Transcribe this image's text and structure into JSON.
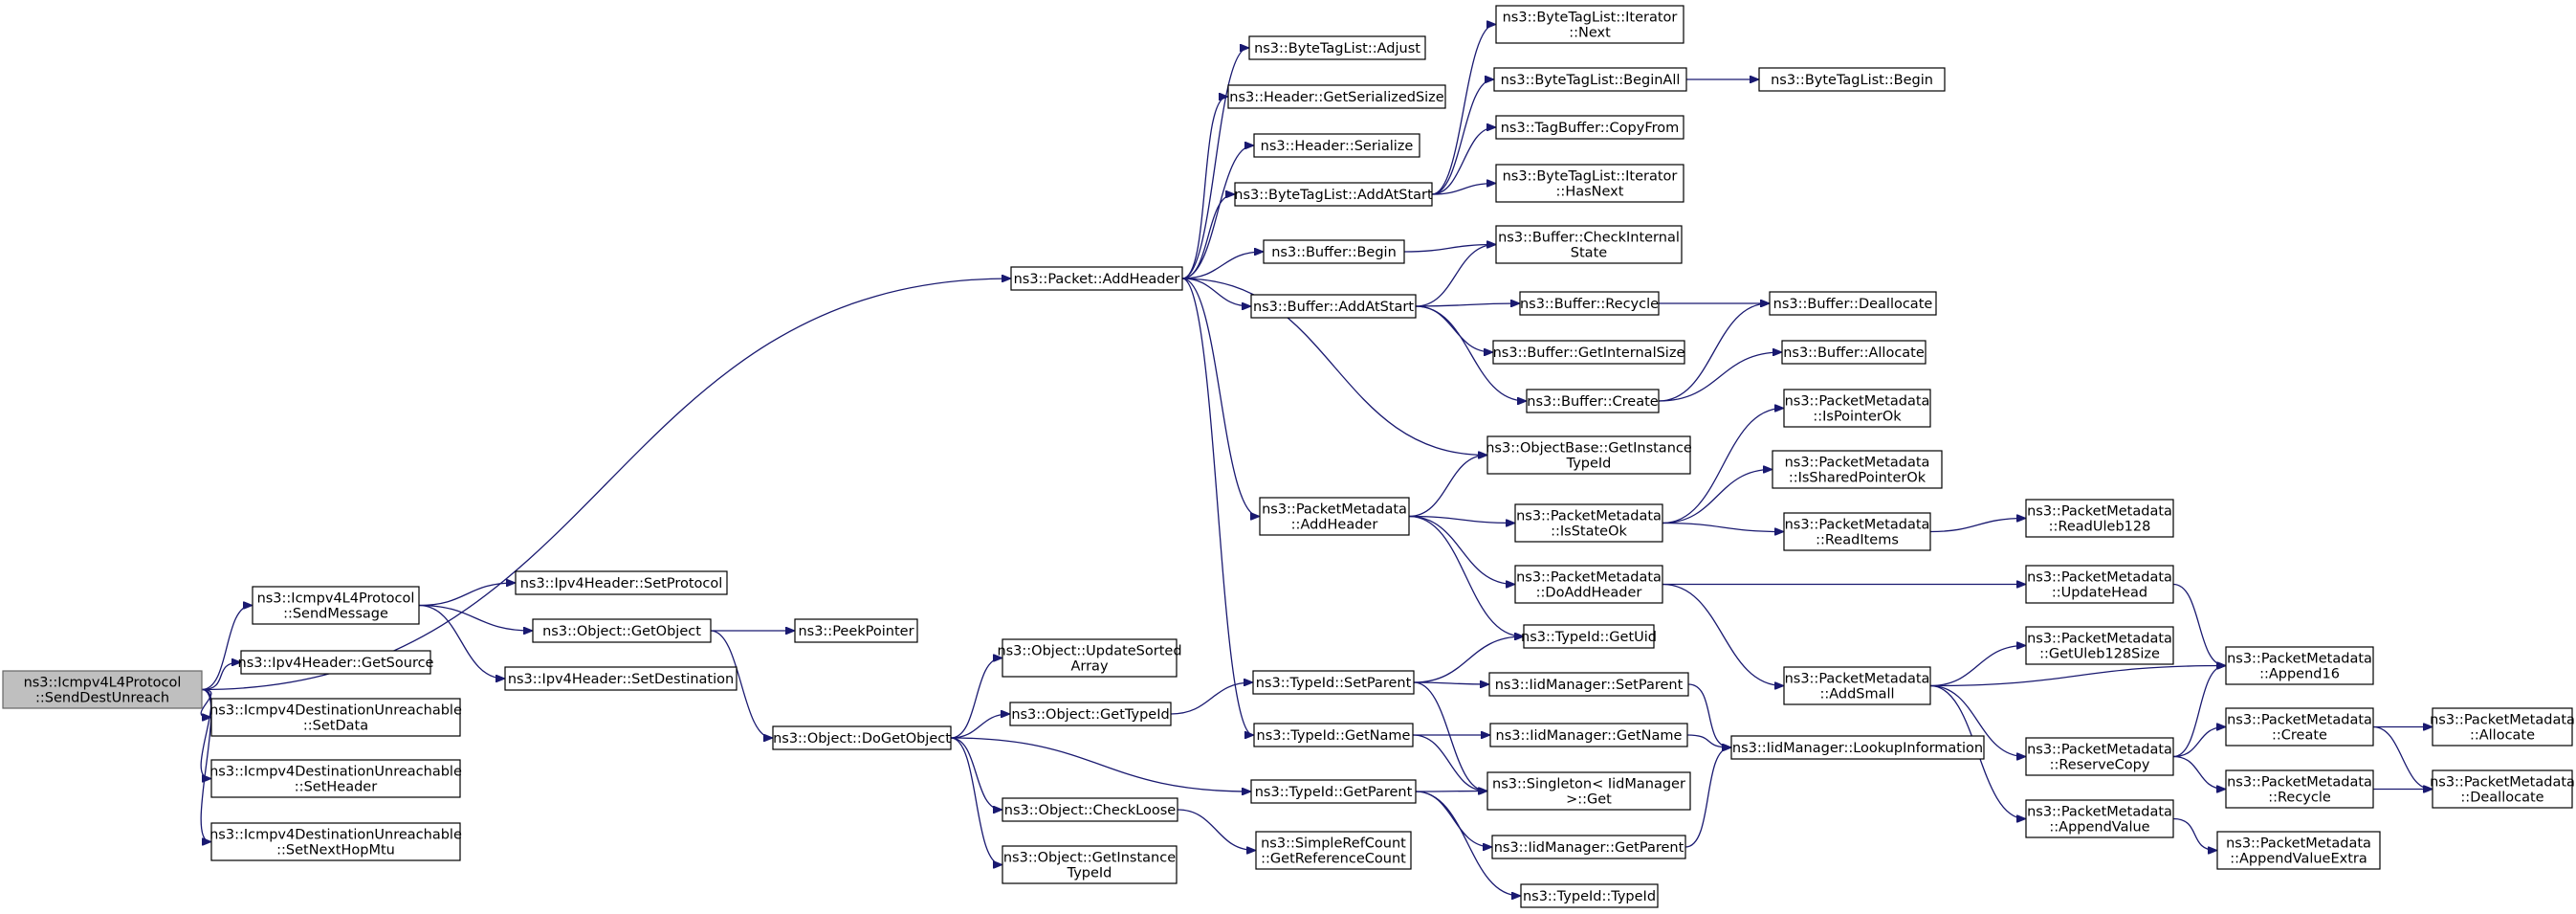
{
  "diagram": {
    "nodes": [
      {
        "id": "root",
        "lines": [
          "ns3::Icmpv4L4Protocol",
          "::SendDestUnreach"
        ],
        "root": true
      },
      {
        "id": "pkt_addheader",
        "lines": [
          "ns3::Packet::AddHeader"
        ]
      },
      {
        "id": "icmp_sendmessage",
        "lines": [
          "ns3::Icmpv4L4Protocol",
          "::SendMessage"
        ]
      },
      {
        "id": "ipv4_getsource",
        "lines": [
          "ns3::Ipv4Header::GetSource"
        ]
      },
      {
        "id": "du_setdata",
        "lines": [
          "ns3::Icmpv4DestinationUnreachable",
          "::SetData"
        ]
      },
      {
        "id": "du_setheader",
        "lines": [
          "ns3::Icmpv4DestinationUnreachable",
          "::SetHeader"
        ]
      },
      {
        "id": "du_setnexthopmtu",
        "lines": [
          "ns3::Icmpv4DestinationUnreachable",
          "::SetNextHopMtu"
        ]
      },
      {
        "id": "ipv4_setprotocol",
        "lines": [
          "ns3::Ipv4Header::SetProtocol"
        ]
      },
      {
        "id": "obj_getobject",
        "lines": [
          "ns3::Object::GetObject"
        ]
      },
      {
        "id": "ipv4_setdestination",
        "lines": [
          "ns3::Ipv4Header::SetDestination"
        ]
      },
      {
        "id": "peekpointer",
        "lines": [
          "ns3::PeekPointer"
        ]
      },
      {
        "id": "obj_dogetobject",
        "lines": [
          "ns3::Object::DoGetObject"
        ]
      },
      {
        "id": "obj_updatesortedarray",
        "lines": [
          "ns3::Object::UpdateSorted",
          "Array"
        ]
      },
      {
        "id": "obj_gettypeid",
        "lines": [
          "ns3::Object::GetTypeId"
        ]
      },
      {
        "id": "obj_checkloose",
        "lines": [
          "ns3::Object::CheckLoose"
        ]
      },
      {
        "id": "obj_getinstancetypeid",
        "lines": [
          "ns3::Object::GetInstance",
          "TypeId"
        ]
      },
      {
        "id": "btl_adjust",
        "lines": [
          "ns3::ByteTagList::Adjust"
        ]
      },
      {
        "id": "hdr_getserializedsize",
        "lines": [
          "ns3::Header::GetSerializedSize"
        ]
      },
      {
        "id": "hdr_serialize",
        "lines": [
          "ns3::Header::Serialize"
        ]
      },
      {
        "id": "btl_addatstart",
        "lines": [
          "ns3::ByteTagList::AddAtStart"
        ]
      },
      {
        "id": "buf_begin",
        "lines": [
          "ns3::Buffer::Begin"
        ]
      },
      {
        "id": "buf_addatstart",
        "lines": [
          "ns3::Buffer::AddAtStart"
        ]
      },
      {
        "id": "pm_addheader",
        "lines": [
          "ns3::PacketMetadata",
          "::AddHeader"
        ]
      },
      {
        "id": "typeid_setparent",
        "lines": [
          "ns3::TypeId::SetParent"
        ]
      },
      {
        "id": "typeid_getname",
        "lines": [
          "ns3::TypeId::GetName"
        ]
      },
      {
        "id": "typeid_getparent",
        "lines": [
          "ns3::TypeId::GetParent"
        ]
      },
      {
        "id": "src_getreferencecount",
        "lines": [
          "ns3::SimpleRefCount",
          "::GetReferenceCount"
        ]
      },
      {
        "id": "btli_next",
        "lines": [
          "ns3::ByteTagList::Iterator",
          "::Next"
        ]
      },
      {
        "id": "btl_beginall",
        "lines": [
          "ns3::ByteTagList::BeginAll"
        ]
      },
      {
        "id": "tagbuf_copyfrom",
        "lines": [
          "ns3::TagBuffer::CopyFrom"
        ]
      },
      {
        "id": "btli_hasnext",
        "lines": [
          "ns3::ByteTagList::Iterator",
          "::HasNext"
        ]
      },
      {
        "id": "buf_checkinternalstate",
        "lines": [
          "ns3::Buffer::CheckInternal",
          "State"
        ]
      },
      {
        "id": "buf_recycle",
        "lines": [
          "ns3::Buffer::Recycle"
        ]
      },
      {
        "id": "buf_getinternalsize",
        "lines": [
          "ns3::Buffer::GetInternalSize"
        ]
      },
      {
        "id": "buf_create",
        "lines": [
          "ns3::Buffer::Create"
        ]
      },
      {
        "id": "objbase_getinstancetypeid",
        "lines": [
          "ns3::ObjectBase::GetInstance",
          "TypeId"
        ]
      },
      {
        "id": "pm_isstateok",
        "lines": [
          "ns3::PacketMetadata",
          "::IsStateOk"
        ]
      },
      {
        "id": "pm_doaddheader",
        "lines": [
          "ns3::PacketMetadata",
          "::DoAddHeader"
        ]
      },
      {
        "id": "typeid_getuid",
        "lines": [
          "ns3::TypeId::GetUid"
        ]
      },
      {
        "id": "iid_setparent",
        "lines": [
          "ns3::IidManager::SetParent"
        ]
      },
      {
        "id": "iid_getname",
        "lines": [
          "ns3::IidManager::GetName"
        ]
      },
      {
        "id": "singleton_get",
        "lines": [
          "ns3::Singleton< IidManager",
          ">::Get"
        ]
      },
      {
        "id": "iid_getparent",
        "lines": [
          "ns3::IidManager::GetParent"
        ]
      },
      {
        "id": "typeid_typeid",
        "lines": [
          "ns3::TypeId::TypeId"
        ]
      },
      {
        "id": "btl_begin",
        "lines": [
          "ns3::ByteTagList::Begin"
        ]
      },
      {
        "id": "buf_deallocate",
        "lines": [
          "ns3::Buffer::Deallocate"
        ]
      },
      {
        "id": "buf_allocate",
        "lines": [
          "ns3::Buffer::Allocate"
        ]
      },
      {
        "id": "pm_ispointerok",
        "lines": [
          "ns3::PacketMetadata",
          "::IsPointerOk"
        ]
      },
      {
        "id": "pm_issharedpointerok",
        "lines": [
          "ns3::PacketMetadata",
          "::IsSharedPointerOk"
        ]
      },
      {
        "id": "pm_readitems",
        "lines": [
          "ns3::PacketMetadata",
          "::ReadItems"
        ]
      },
      {
        "id": "pm_addsmall",
        "lines": [
          "ns3::PacketMetadata",
          "::AddSmall"
        ]
      },
      {
        "id": "iid_lookupinformation",
        "lines": [
          "ns3::IidManager::LookupInformation"
        ]
      },
      {
        "id": "pm_readuleb128",
        "lines": [
          "ns3::PacketMetadata",
          "::ReadUleb128"
        ]
      },
      {
        "id": "pm_updatehead",
        "lines": [
          "ns3::PacketMetadata",
          "::UpdateHead"
        ]
      },
      {
        "id": "pm_getuleb128size",
        "lines": [
          "ns3::PacketMetadata",
          "::GetUleb128Size"
        ]
      },
      {
        "id": "pm_reservecopy",
        "lines": [
          "ns3::PacketMetadata",
          "::ReserveCopy"
        ]
      },
      {
        "id": "pm_appendvalue",
        "lines": [
          "ns3::PacketMetadata",
          "::AppendValue"
        ]
      },
      {
        "id": "pm_append16",
        "lines": [
          "ns3::PacketMetadata",
          "::Append16"
        ]
      },
      {
        "id": "pm_create",
        "lines": [
          "ns3::PacketMetadata",
          "::Create"
        ]
      },
      {
        "id": "pm_recycle",
        "lines": [
          "ns3::PacketMetadata",
          "::Recycle"
        ]
      },
      {
        "id": "pm_appendvalueextra",
        "lines": [
          "ns3::PacketMetadata",
          "::AppendValueExtra"
        ]
      },
      {
        "id": "pm_allocate",
        "lines": [
          "ns3::PacketMetadata",
          "::Allocate"
        ]
      },
      {
        "id": "pm_deallocate",
        "lines": [
          "ns3::PacketMetadata",
          "::Deallocate"
        ]
      }
    ],
    "edges": [
      [
        "root",
        "pkt_addheader"
      ],
      [
        "root",
        "icmp_sendmessage"
      ],
      [
        "root",
        "ipv4_getsource"
      ],
      [
        "root",
        "du_setdata"
      ],
      [
        "root",
        "du_setheader"
      ],
      [
        "root",
        "du_setnexthopmtu"
      ],
      [
        "icmp_sendmessage",
        "ipv4_setprotocol"
      ],
      [
        "icmp_sendmessage",
        "obj_getobject"
      ],
      [
        "icmp_sendmessage",
        "ipv4_setdestination"
      ],
      [
        "obj_getobject",
        "peekpointer"
      ],
      [
        "obj_getobject",
        "obj_dogetobject"
      ],
      [
        "obj_dogetobject",
        "obj_updatesortedarray"
      ],
      [
        "obj_dogetobject",
        "obj_gettypeid"
      ],
      [
        "obj_dogetobject",
        "obj_checkloose"
      ],
      [
        "obj_dogetobject",
        "obj_getinstancetypeid"
      ],
      [
        "obj_dogetobject",
        "typeid_getparent"
      ],
      [
        "obj_gettypeid",
        "typeid_setparent"
      ],
      [
        "obj_checkloose",
        "src_getreferencecount"
      ],
      [
        "pkt_addheader",
        "btl_adjust"
      ],
      [
        "pkt_addheader",
        "hdr_getserializedsize"
      ],
      [
        "pkt_addheader",
        "hdr_serialize"
      ],
      [
        "pkt_addheader",
        "btl_addatstart"
      ],
      [
        "pkt_addheader",
        "buf_begin"
      ],
      [
        "pkt_addheader",
        "buf_addatstart"
      ],
      [
        "pkt_addheader",
        "objbase_getinstancetypeid"
      ],
      [
        "pkt_addheader",
        "pm_addheader"
      ],
      [
        "pkt_addheader",
        "typeid_getname"
      ],
      [
        "btl_addatstart",
        "btli_next"
      ],
      [
        "btl_addatstart",
        "btl_beginall"
      ],
      [
        "btl_addatstart",
        "tagbuf_copyfrom"
      ],
      [
        "btl_addatstart",
        "btli_hasnext"
      ],
      [
        "btl_beginall",
        "btl_begin"
      ],
      [
        "buf_begin",
        "buf_checkinternalstate"
      ],
      [
        "buf_addatstart",
        "buf_checkinternalstate"
      ],
      [
        "buf_addatstart",
        "buf_recycle"
      ],
      [
        "buf_addatstart",
        "buf_getinternalsize"
      ],
      [
        "buf_addatstart",
        "buf_create"
      ],
      [
        "buf_recycle",
        "buf_deallocate"
      ],
      [
        "buf_create",
        "buf_deallocate"
      ],
      [
        "buf_create",
        "buf_allocate"
      ],
      [
        "pm_addheader",
        "objbase_getinstancetypeid"
      ],
      [
        "pm_addheader",
        "pm_isstateok"
      ],
      [
        "pm_addheader",
        "pm_doaddheader"
      ],
      [
        "pm_addheader",
        "typeid_getuid"
      ],
      [
        "pm_isstateok",
        "pm_ispointerok"
      ],
      [
        "pm_isstateok",
        "pm_issharedpointerok"
      ],
      [
        "pm_isstateok",
        "pm_readitems"
      ],
      [
        "pm_readitems",
        "pm_readuleb128"
      ],
      [
        "pm_doaddheader",
        "pm_updatehead"
      ],
      [
        "pm_doaddheader",
        "pm_addsmall"
      ],
      [
        "pm_updatehead",
        "pm_append16"
      ],
      [
        "pm_addsmall",
        "pm_getuleb128size"
      ],
      [
        "pm_addsmall",
        "pm_append16"
      ],
      [
        "pm_addsmall",
        "pm_reservecopy"
      ],
      [
        "pm_addsmall",
        "pm_appendvalue"
      ],
      [
        "pm_reservecopy",
        "pm_append16"
      ],
      [
        "pm_reservecopy",
        "pm_create"
      ],
      [
        "pm_reservecopy",
        "pm_recycle"
      ],
      [
        "pm_create",
        "pm_allocate"
      ],
      [
        "pm_create",
        "pm_deallocate"
      ],
      [
        "pm_recycle",
        "pm_deallocate"
      ],
      [
        "pm_appendvalue",
        "pm_appendvalueextra"
      ],
      [
        "typeid_setparent",
        "typeid_getuid"
      ],
      [
        "typeid_setparent",
        "iid_setparent"
      ],
      [
        "typeid_setparent",
        "singleton_get"
      ],
      [
        "typeid_getname",
        "iid_getname"
      ],
      [
        "typeid_getname",
        "singleton_get"
      ],
      [
        "typeid_getparent",
        "singleton_get"
      ],
      [
        "typeid_getparent",
        "iid_getparent"
      ],
      [
        "typeid_getparent",
        "typeid_typeid"
      ],
      [
        "iid_setparent",
        "iid_lookupinformation"
      ],
      [
        "iid_getname",
        "iid_lookupinformation"
      ],
      [
        "iid_getparent",
        "iid_lookupinformation"
      ]
    ]
  }
}
